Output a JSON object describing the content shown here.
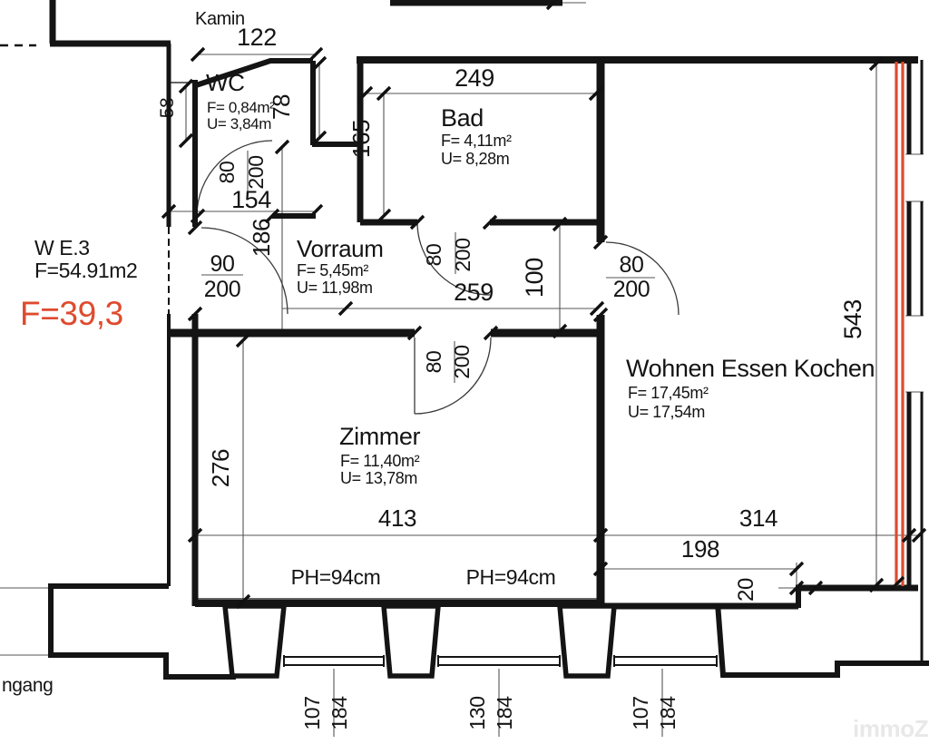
{
  "plan": {
    "header": {
      "unit": "W E.3",
      "unit_area": "F=54.91m2",
      "highlight_area": "F=39,3"
    },
    "annotations": {
      "kamin": "Kamin",
      "eingang": "ngang",
      "watermark": "immoZ",
      "parapet_left": "PH=94cm",
      "parapet_right": "PH=94cm"
    },
    "rooms": {
      "wc": {
        "name": "WC",
        "f": "F= 0,84m²",
        "u": "U= 3,84m"
      },
      "bad": {
        "name": "Bad",
        "f": "F= 4,11m²",
        "u": "U= 8,28m"
      },
      "vorraum": {
        "name": "Vorraum",
        "f": "F= 5,45m²",
        "u": "U= 11,98m"
      },
      "zimmer": {
        "name": "Zimmer",
        "f": "F= 11,40m²",
        "u": "U= 13,78m"
      },
      "wohnen": {
        "name": "Wohnen Essen Kochen",
        "f": "F= 17,45m²",
        "u": "U= 17,54m"
      }
    },
    "dimensions": {
      "d122": "122",
      "d58": "58",
      "d78": "78",
      "d249": "249",
      "d165": "165",
      "d154": "154",
      "d186": "186",
      "d259": "259",
      "d100": "100",
      "d543": "543",
      "d276": "276",
      "d413": "413",
      "d314": "314",
      "d198": "198",
      "d20": "20",
      "d90": "90",
      "d200": "200",
      "d80": "80"
    },
    "windows": {
      "w1": {
        "w": "107",
        "h": "184"
      },
      "w2": {
        "w": "130",
        "h": "184"
      },
      "w3": {
        "w": "107",
        "h": "184"
      }
    },
    "colors": {
      "accent": "#de4b2f",
      "wall": "#141414",
      "dimension": "#555555",
      "watermark": "#e8e8e8"
    }
  }
}
